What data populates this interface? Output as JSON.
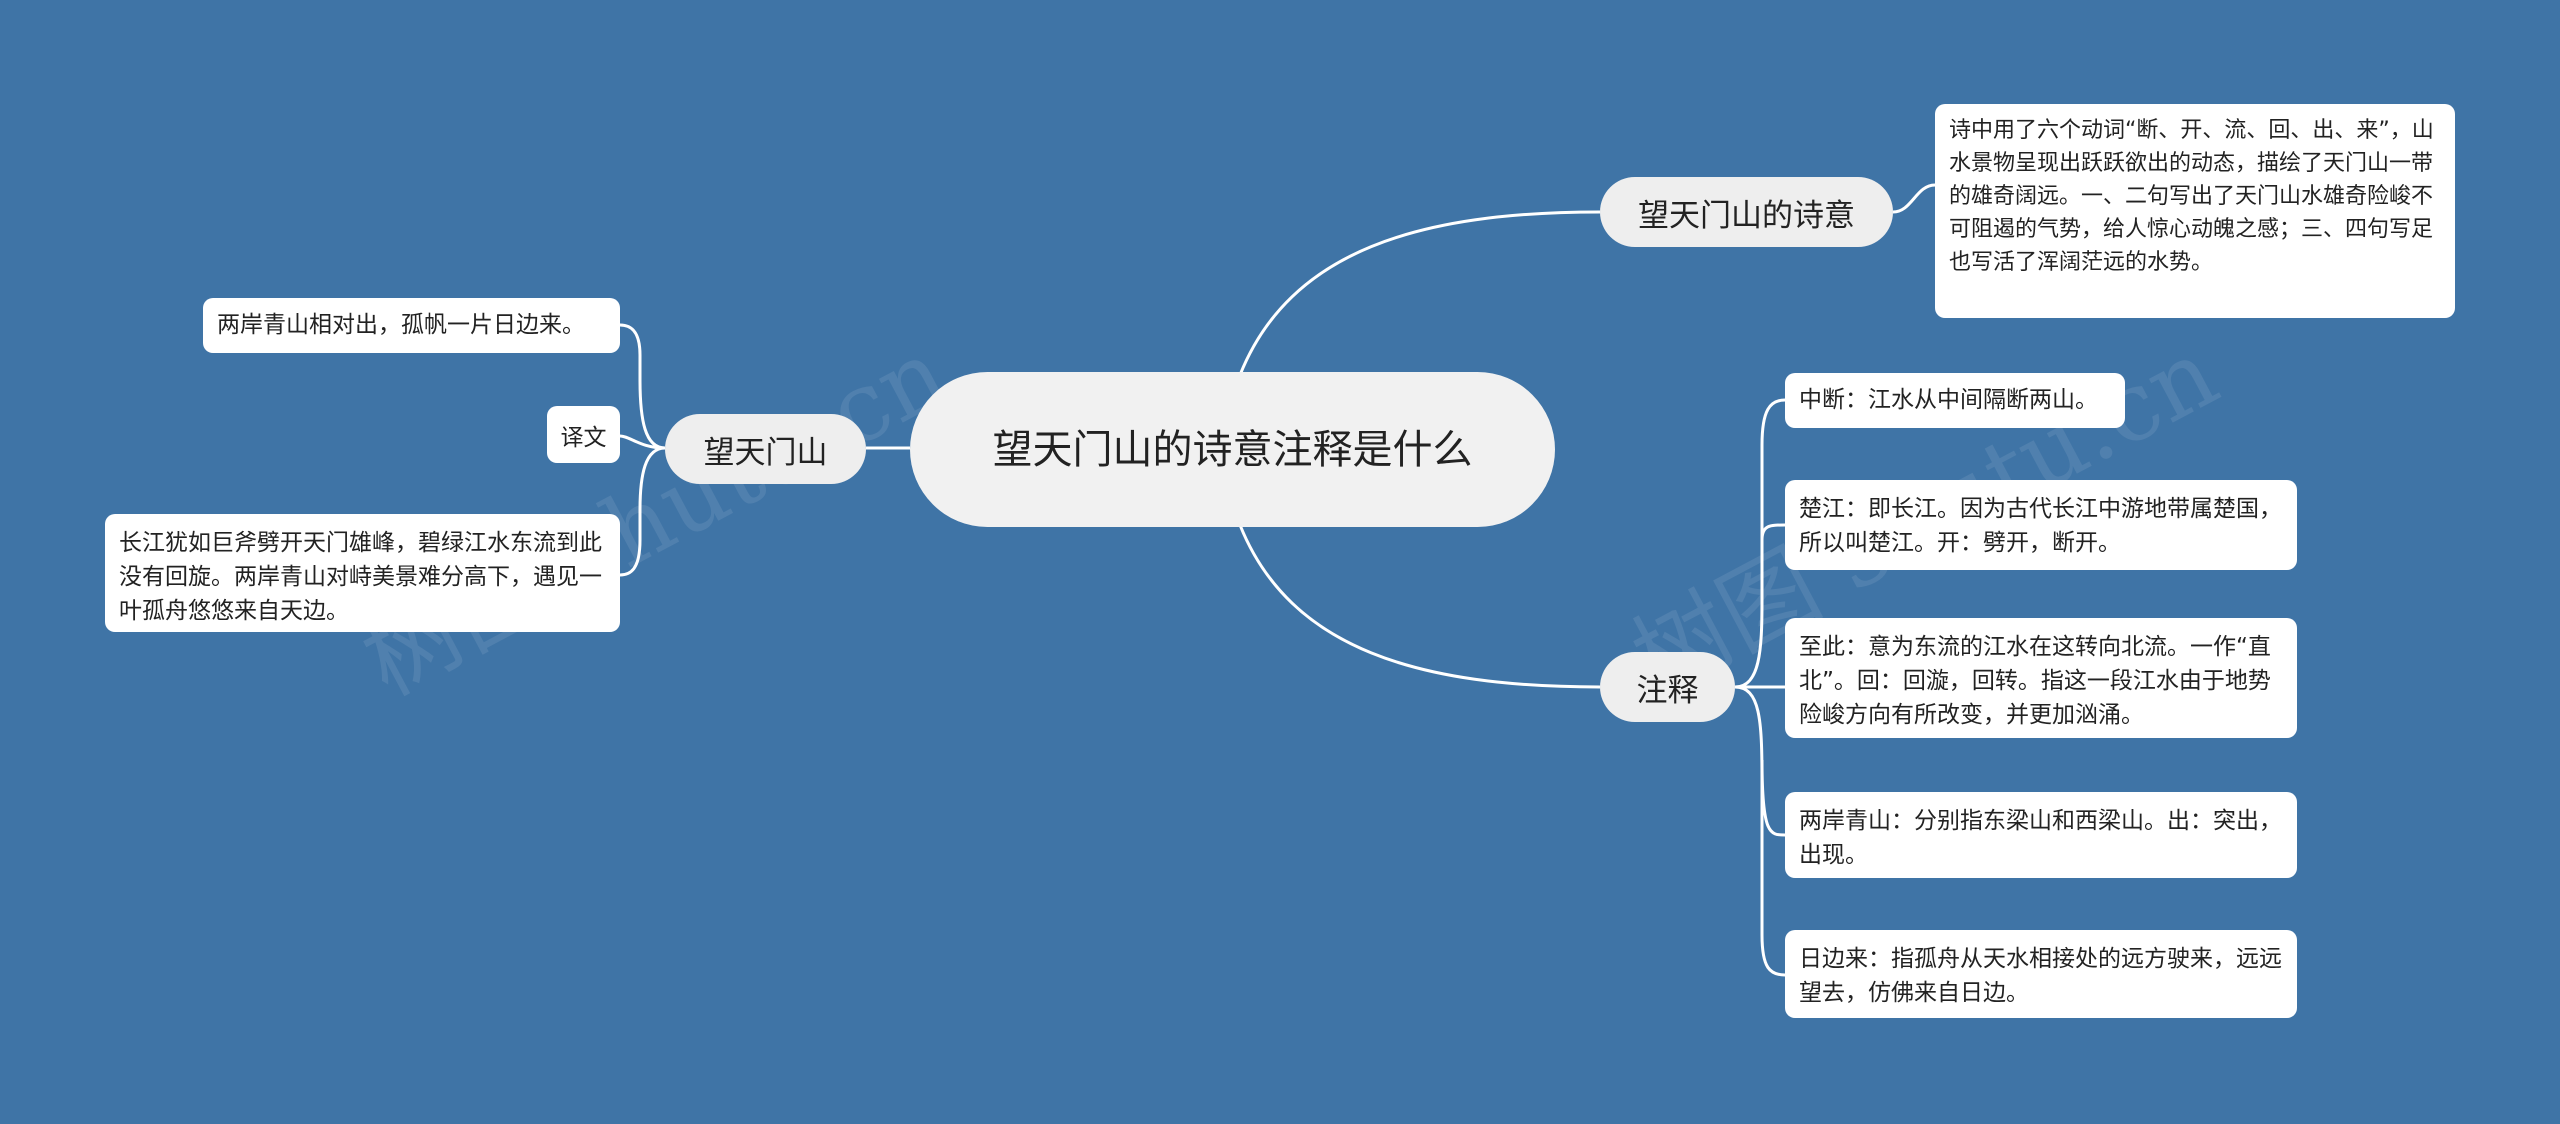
{
  "root": {
    "title": "望天门山的诗意注释是什么"
  },
  "branches": {
    "poem_meaning": {
      "label": "望天门山的诗意",
      "text": "诗中用了六个动词“断、开、流、回、出、来”，山水景物呈现出跃跃欲出的动态，描绘了天门山一带的雄奇阔远。一、二句写出了天门山水雄奇险峻不可阻遏的气势，给人惊心动魄之感；三、四句写足也写活了浑阔茫远的水势。"
    },
    "annotation": {
      "label": "注释",
      "items": [
        "中断：江水从中间隔断两山。",
        "楚江：即长江。因为古代长江中游地带属楚国，所以叫楚江。开：劈开，断开。",
        "至此：意为东流的江水在这转向北流。一作“直北”。回：回漩，回转。指这一段江水由于地势险峻方向有所改变，并更加汹涌。",
        "两岸青山：分别指东梁山和西梁山。出：突出，出现。",
        "日边来：指孤舟从天水相接处的远方驶来，远远望去，仿佛来自日边。"
      ]
    },
    "poem": {
      "label": "望天门山",
      "line": "两岸青山相对出，孤帆一片日边来。",
      "translation_label": "译文",
      "translation": "长江犹如巨斧劈开天门雄峰，碧绿江水东流到此没有回旋。两岸青山对峙美景难分高下，遇见一叶孤舟悠悠来自天边。"
    }
  },
  "watermarks": [
    "树图 shutu.cn",
    "树图 shutu.cn"
  ],
  "colors": {
    "background": "#3f74a6",
    "connector": "#ffffff",
    "root_fill": "#f1f1f1",
    "branch_fill": "#eeeeee",
    "leaf_fill": "#ffffff"
  }
}
